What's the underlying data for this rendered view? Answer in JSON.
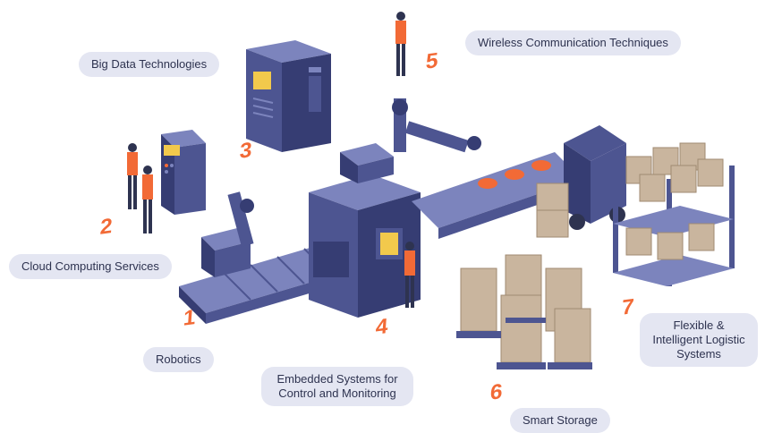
{
  "labels": {
    "robotics": "Robotics",
    "cloud": "Cloud Computing Services",
    "bigdata": "Big Data Technologies",
    "embedded": "Embedded Systems for Control and Monitoring",
    "wireless": "Wireless Communication Techniques",
    "storage": "Smart Storage",
    "logistics": "Flexible & Intelligent Logistic Systems"
  },
  "numbers": {
    "n1": "1",
    "n2": "2",
    "n3": "3",
    "n4": "4",
    "n5": "5",
    "n6": "6",
    "n7": "7"
  },
  "colors": {
    "machine": "#4d5591",
    "machine_dark": "#363d73",
    "machine_light": "#7c84bd",
    "accent": "#f26a36",
    "box": "#c9b59e",
    "box_dark": "#a08a72",
    "pill": "#e4e6f2"
  }
}
